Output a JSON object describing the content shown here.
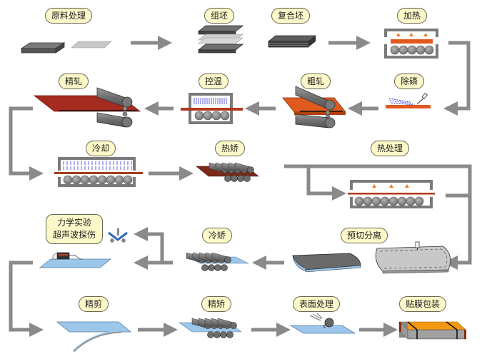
{
  "diagram": {
    "title": "",
    "type": "process-flow",
    "steps": [
      {
        "id": "raw",
        "label": "原料处理"
      },
      {
        "id": "assemble",
        "label": "组坯"
      },
      {
        "id": "composite",
        "label": "复合坯"
      },
      {
        "id": "heat",
        "label": "加热"
      },
      {
        "id": "descale",
        "label": "除磷"
      },
      {
        "id": "rough",
        "label": "粗轧"
      },
      {
        "id": "tempctl",
        "label": "控温"
      },
      {
        "id": "finish",
        "label": "精轧"
      },
      {
        "id": "cool",
        "label": "冷却"
      },
      {
        "id": "hotlevel",
        "label": "热矫"
      },
      {
        "id": "heattreat",
        "label": "热处理"
      },
      {
        "id": "precut",
        "label": "预切分离"
      },
      {
        "id": "coldlevel",
        "label": "冷矫"
      },
      {
        "id": "test",
        "label_line1": "力学实验",
        "label_line2": "超声波探伤"
      },
      {
        "id": "trim",
        "label": "精剪"
      },
      {
        "id": "finelevel",
        "label": "精矫"
      },
      {
        "id": "surface",
        "label": "表面处理"
      },
      {
        "id": "pack",
        "label": "贴膜包装"
      }
    ],
    "flow": [
      "原料处理",
      "组坯",
      "复合坯",
      "加热",
      "除磷",
      "粗轧",
      "控温",
      "精轧",
      "冷却",
      "热矫",
      "热处理",
      "预切分离",
      "冷矫",
      "力学实验/超声波探伤",
      "精剪",
      "精矫",
      "表面处理",
      "贴膜包装"
    ],
    "colors": {
      "label_fill": "#fdf8c9",
      "arrow": "#8a8a8a",
      "hot_plate": "#e2571c",
      "red_plate": "#a52a1f",
      "cold_plate": "#9cc6ea",
      "roll": "#777777",
      "package": "#f49a12"
    }
  }
}
